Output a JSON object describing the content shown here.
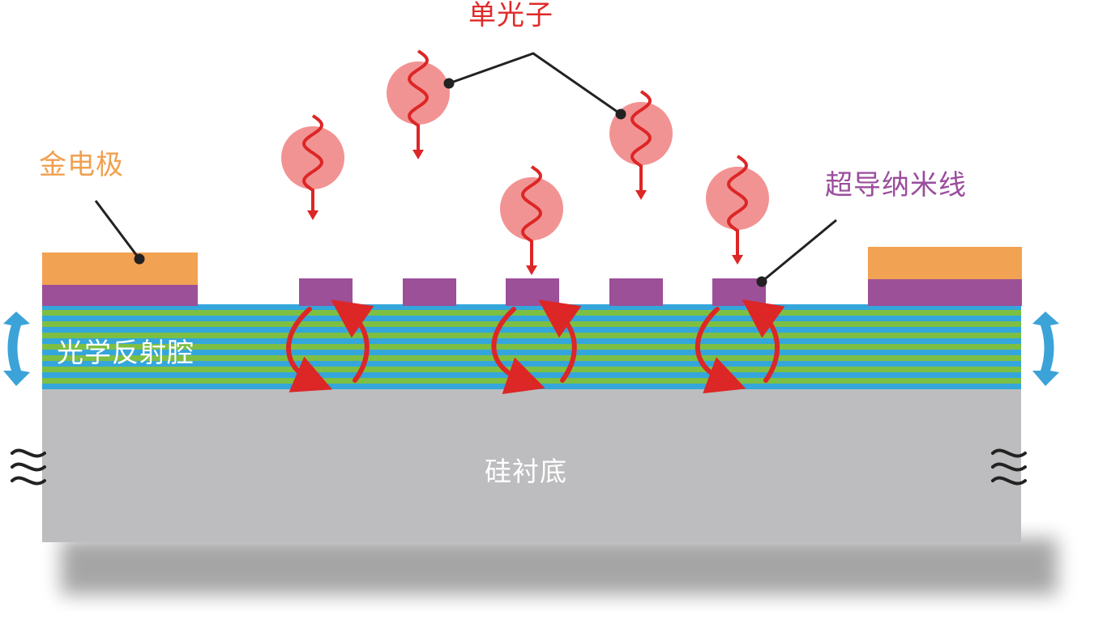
{
  "labels": {
    "single_photon": "单光子",
    "gold_electrode": "金电极",
    "nanowire": "超导纳米线",
    "cavity": "光学反射腔",
    "substrate": "硅衬底"
  },
  "colors": {
    "single_photon_text": "#e02a2a",
    "gold_electrode_text": "#f0a050",
    "nanowire_text": "#9a4d9c",
    "gold": "#f2a253",
    "purple": "#9b5098",
    "cavity_blue": "#34a6dc",
    "cavity_green": "#7cbf43",
    "substrate_gray": "#bdbdbf",
    "photon_disk": "#f08080",
    "photon_wave": "#dd2626",
    "reflection_arrow": "#dd2626",
    "side_arrow": "#3ba3d8"
  }
}
